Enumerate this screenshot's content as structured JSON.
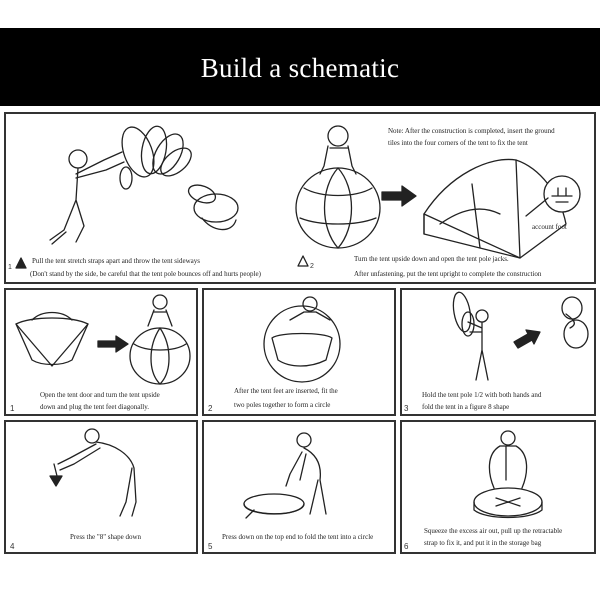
{
  "header": {
    "title": "Build a schematic"
  },
  "top": {
    "left_caption_1": "Pull the tent stretch straps apart and throw the tent sideways",
    "left_caption_2": "(Don't stand by the side, be careful that the tent pole bounces off and hurts people)",
    "left_step": "1",
    "mid_step": "2",
    "mid_caption_1": "Turn the tent upside down and open the tent pole jacks.",
    "mid_caption_2": "After unfastening, put the tent upright to complete the construction",
    "note_1": "Note: After the construction is completed, insert the ground",
    "note_2": "tiles into the four corners of the tent to fix the tent",
    "callout_label": "account foot"
  },
  "steps": [
    {
      "num": "1",
      "line1": "Open the tent door and turn the tent upside",
      "line2": "down and plug the tent feet diagonally."
    },
    {
      "num": "2",
      "line1": "After the tent feet are inserted, fit the",
      "line2": "two poles together to form a circle"
    },
    {
      "num": "3",
      "line1": "Hold the tent pole 1/2 with both hands and",
      "line2": "fold the tent in a figure 8 shape"
    },
    {
      "num": "4",
      "line1": "Press the \"8\" shape down",
      "line2": ""
    },
    {
      "num": "5",
      "line1": "Press down on the top end to fold the tent into a circle",
      "line2": ""
    },
    {
      "num": "6",
      "line1": "Squeeze the excess air out, pull up the retractable",
      "line2": "strap to fix it, and put it in the storage bag"
    }
  ]
}
